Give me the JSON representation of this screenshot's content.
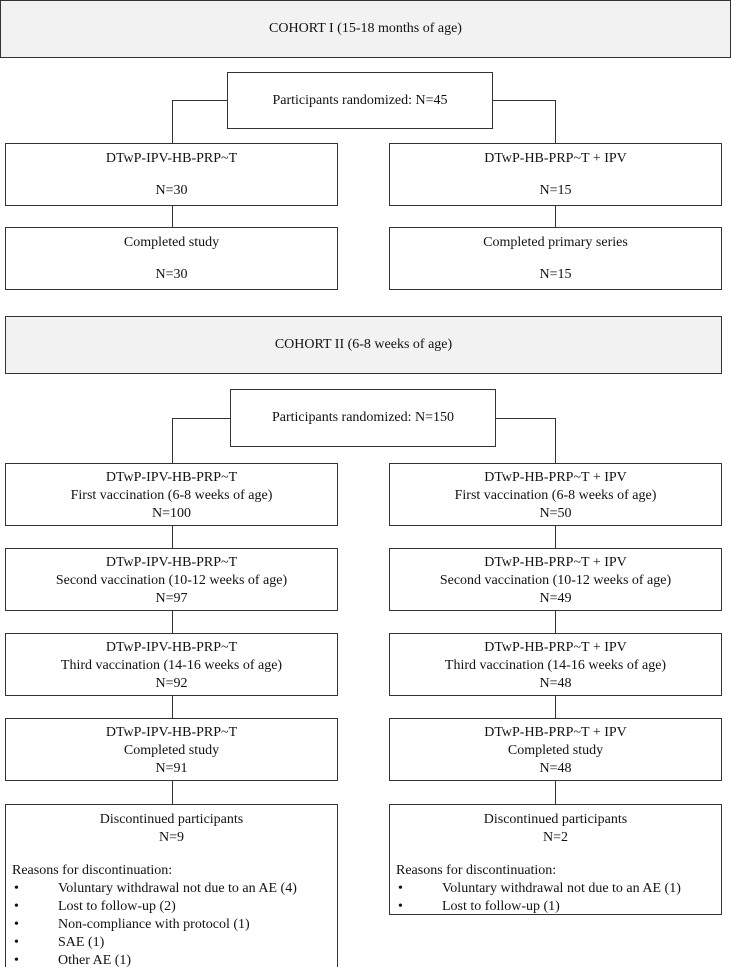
{
  "cohort1": {
    "header": "COHORT I (15-18 months of age)",
    "randomized": "Participants randomized: N=45",
    "left": {
      "arm": "DTwP-IPV-HB-PRP~T",
      "n": "N=30",
      "completed": "Completed study",
      "completed_n": "N=30"
    },
    "right": {
      "arm": "DTwP-HB-PRP~T + IPV",
      "n": "N=15",
      "completed": "Completed primary series",
      "completed_n": "N=15"
    }
  },
  "cohort2": {
    "header": "COHORT II (6-8 weeks of age)",
    "randomized": "Participants randomized: N=150",
    "left": {
      "stages": [
        {
          "arm": "DTwP-IPV-HB-PRP~T",
          "label": "First vaccination (6-8 weeks of age)",
          "n": "N=100"
        },
        {
          "arm": "DTwP-IPV-HB-PRP~T",
          "label": "Second vaccination (10-12 weeks of age)",
          "n": "N=97"
        },
        {
          "arm": "DTwP-IPV-HB-PRP~T",
          "label": "Third vaccination (14-16 weeks of age)",
          "n": "N=92"
        },
        {
          "arm": "DTwP-IPV-HB-PRP~T",
          "label": "Completed study",
          "n": "N=91"
        }
      ],
      "discontinued": {
        "title": "Discontinued participants",
        "n": "N=9",
        "reasons_title": "Reasons for discontinuation:",
        "reasons": [
          "Voluntary withdrawal not due to an AE (4)",
          "Lost to follow-up (2)",
          "Non-compliance with protocol (1)",
          "SAE (1)",
          "Other AE (1)"
        ]
      }
    },
    "right": {
      "stages": [
        {
          "arm": "DTwP-HB-PRP~T + IPV",
          "label": "First vaccination (6-8 weeks of age)",
          "n": "N=50"
        },
        {
          "arm": "DTwP-HB-PRP~T + IPV",
          "label": "Second vaccination (10-12 weeks of age)",
          "n": "N=49"
        },
        {
          "arm": "DTwP-HB-PRP~T + IPV",
          "label": "Third vaccination (14-16 weeks of age)",
          "n": "N=48"
        },
        {
          "arm": "DTwP-HB-PRP~T + IPV",
          "label": "Completed study",
          "n": "N=48"
        }
      ],
      "discontinued": {
        "title": "Discontinued participants",
        "n": "N=2",
        "reasons_title": "Reasons for discontinuation:",
        "reasons": [
          "Voluntary withdrawal not due to an AE (1)",
          "Lost to follow-up (1)"
        ]
      }
    }
  }
}
